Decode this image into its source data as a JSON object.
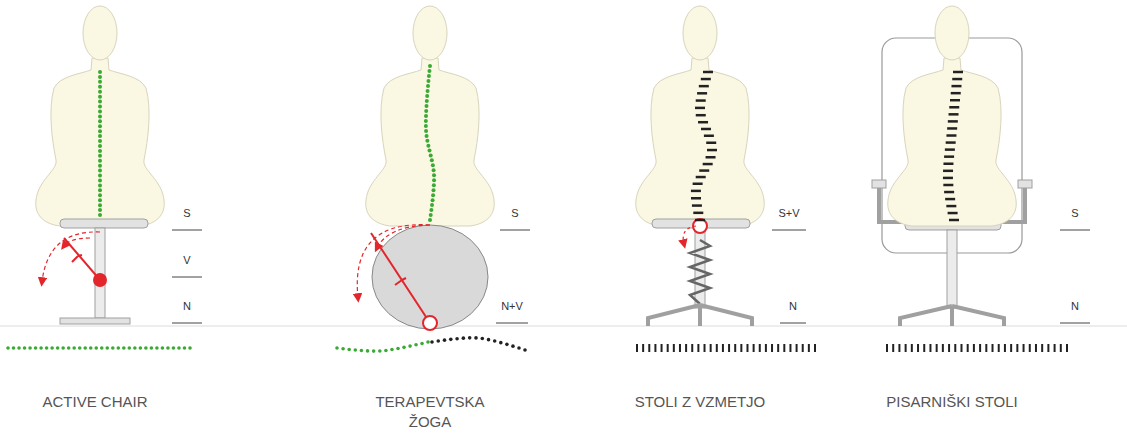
{
  "diagram": {
    "labels": [
      "S",
      "V",
      "N",
      "ACTIVE CHAIR",
      "S",
      "N+V",
      "TERAPEVTSKA ŽOGA",
      "S+V",
      "N",
      "STOLI Z VZMETJO",
      "S",
      "N",
      "PISARNIŠKI STOLI"
    ]
  }
}
